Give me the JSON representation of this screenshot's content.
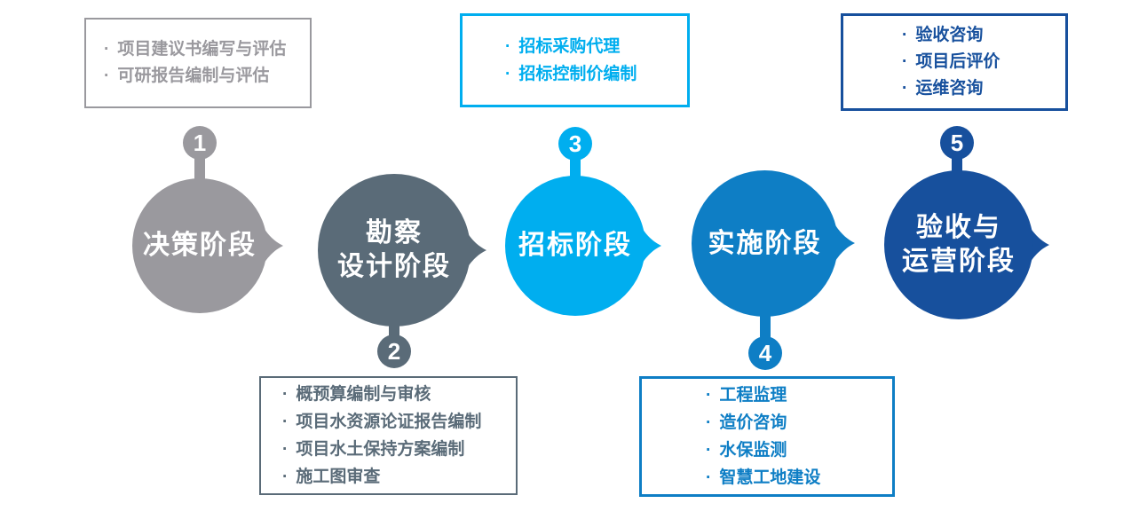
{
  "diagram_title": "",
  "bullet": "·",
  "colors": {
    "stage1_gray": "#9A999E",
    "stage2_slate": "#5A6B78",
    "stage3_cyan": "#00AEEF",
    "stage4_blue": "#0E7EC5",
    "stage5_navy": "#17509D",
    "circle_text": "#FFFFFF",
    "background": "#FFFFFF"
  },
  "stages": [
    {
      "number": "1",
      "line1": "决策阶段",
      "badge_position": "top",
      "color": "#9A999E"
    },
    {
      "number": "2",
      "line1": "勘察",
      "line2": "设计阶段",
      "badge_position": "bottom",
      "color": "#5A6B78"
    },
    {
      "number": "3",
      "line1": "招标阶段",
      "badge_position": "top",
      "color": "#00AEEF"
    },
    {
      "number": "4",
      "line1": "实施阶段",
      "badge_position": "bottom",
      "color": "#0E7EC5"
    },
    {
      "number": "5",
      "line1": "验收与",
      "line2": "运营阶段",
      "badge_position": "top",
      "color": "#17509D"
    }
  ],
  "boxes": [
    {
      "stage": "1",
      "color": "#9A999E",
      "items": [
        "项目建议书编写与评估",
        "可研报告编制与评估"
      ]
    },
    {
      "stage": "2",
      "color": "#5A6B78",
      "items": [
        "概预算编制与审核",
        "项目水资源论证报告编制",
        "项目水土保持方案编制",
        "施工图审查"
      ]
    },
    {
      "stage": "3",
      "color": "#00AEEF",
      "items": [
        "招标采购代理",
        "招标控制价编制"
      ]
    },
    {
      "stage": "4",
      "color": "#0E7EC5",
      "items": [
        "工程监理",
        "造价咨询",
        "水保监测",
        "智慧工地建设"
      ]
    },
    {
      "stage": "5",
      "color": "#17509D",
      "items": [
        "验收咨询",
        "项目后评价",
        "运维咨询"
      ]
    }
  ]
}
